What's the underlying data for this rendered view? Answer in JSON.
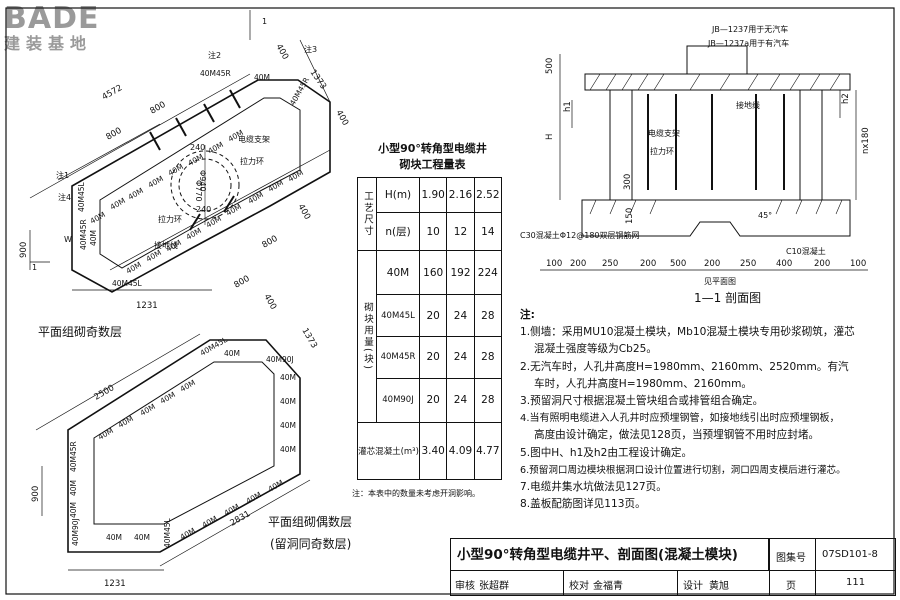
{
  "logo": {
    "text": "BADE",
    "subtitle": "建装基地"
  },
  "plan_odd": {
    "caption": "平面组砌奇数层",
    "dims": {
      "w_total": "4572",
      "d800a": "800",
      "d800b": "800",
      "d800c": "800",
      "d800d": "800",
      "d1373": "1373",
      "d400a": "400",
      "d400b": "400",
      "d400c": "400",
      "d900": "900",
      "d1231": "1231",
      "dia940": "Φ940",
      "dia770": "Φ770",
      "b240": "240",
      "b240b": "240"
    },
    "notes": {
      "n1": "注1",
      "n2": "注2",
      "n3": "注3",
      "n4": "注4",
      "w": "W",
      "sec": "1"
    },
    "labels": {
      "cable_bracket": "电缆支架",
      "pull_ring": "拉力环",
      "pull_ring2": "拉力环",
      "ground": "接地线"
    },
    "blocks": {
      "m40": "40M",
      "m45r": "40M45R",
      "m45l": "40M45L"
    }
  },
  "plan_even": {
    "caption": "平面组砌偶数层",
    "subcaption": "(留洞同奇数层)",
    "dims": {
      "d2500": "2500",
      "d2831": "2831",
      "d1373": "1373",
      "d400": "400",
      "d900": "900",
      "d1231": "1231"
    },
    "blocks": {
      "m40": "40M",
      "m45r": "40M45R",
      "m45l": "40M45L",
      "m90j": "40M90J"
    }
  },
  "quantity_table": {
    "title_l1": "小型90°转角型电缆井",
    "title_l2": "砌块工程量表",
    "rows": [
      {
        "h": "工艺尺寸",
        "sub": "H(m)",
        "v": [
          "1.90",
          "2.16",
          "2.52"
        ]
      },
      {
        "h": "",
        "sub": "n(层)",
        "v": [
          "10",
          "12",
          "14"
        ]
      },
      {
        "h": "砌块用量(块)",
        "sub": "40M",
        "v": [
          "160",
          "192",
          "224"
        ]
      },
      {
        "h": "",
        "sub": "40M45L",
        "v": [
          "20",
          "24",
          "28"
        ]
      },
      {
        "h": "",
        "sub": "40M45R",
        "v": [
          "20",
          "24",
          "28"
        ]
      },
      {
        "h": "",
        "sub": "40M90J",
        "v": [
          "20",
          "24",
          "28"
        ]
      },
      {
        "h": "",
        "sub": "灌芯混凝土(m³)",
        "v": [
          "3.40",
          "4.09",
          "4.77"
        ]
      }
    ],
    "footnote": "注：本表中的数量未考虑开洞影响。"
  },
  "section": {
    "title": "1—1 剖面图",
    "jb1": "JB—1237用于无汽车",
    "jb2": "JB—1237a用于有汽车",
    "d500": "500",
    "h1": "h1",
    "h2": "h2",
    "H": "H",
    "nx180": "nx180",
    "d300": "300",
    "d150": "150",
    "angle": "45°",
    "ground": "接地线",
    "bracket": "电缆支架",
    "pull": "拉力环",
    "c30": "C30混凝土Φ12@180双层钢筋网",
    "c10": "C10混凝土",
    "bottom_dims": [
      "100",
      "200",
      "250",
      "200",
      "500",
      "200",
      "250",
      "400",
      "200",
      "100"
    ],
    "see_plan": "见平面图"
  },
  "notes": {
    "heading": "注:",
    "items": [
      "1.侧墙：采用MU10混凝土模块，Mb10混凝土模块专用砂浆砌筑，灌芯",
      "混凝土强度等级为Cb25。",
      "2.无汽车时，人孔井高度H=1980mm、2160mm、2520mm。有汽",
      "车时，人孔井高度H=1980mm、2160mm。",
      "3.预留洞尺寸根据混凝土管块组合或排管组合确定。",
      "4.当有照明电缆进入人孔井时应预埋钢管，如接地线引出时应预埋钢板，",
      "高度由设计确定，做法见128页，当预埋钢管不用时应封堵。",
      "5.图中H、h1及h2由工程设计确定。",
      "6.预留洞口周边模块根据洞口设计位置进行切割，洞口四周支模后进行灌芯。",
      "7.电缆井集水坑做法见127页。",
      "8.盖板配筋图详见113页。"
    ]
  },
  "title_block": {
    "title": "小型90°转角型电缆井平、剖面图(混凝土模块)",
    "atlas_label": "图集号",
    "atlas_no": "07SD101-8",
    "review_label": "审核",
    "reviewer": "张超群",
    "check_label": "校对",
    "checker": "金福青",
    "design_label": "设计",
    "designer": "黄旭",
    "page_label": "页",
    "page_no": "111"
  }
}
